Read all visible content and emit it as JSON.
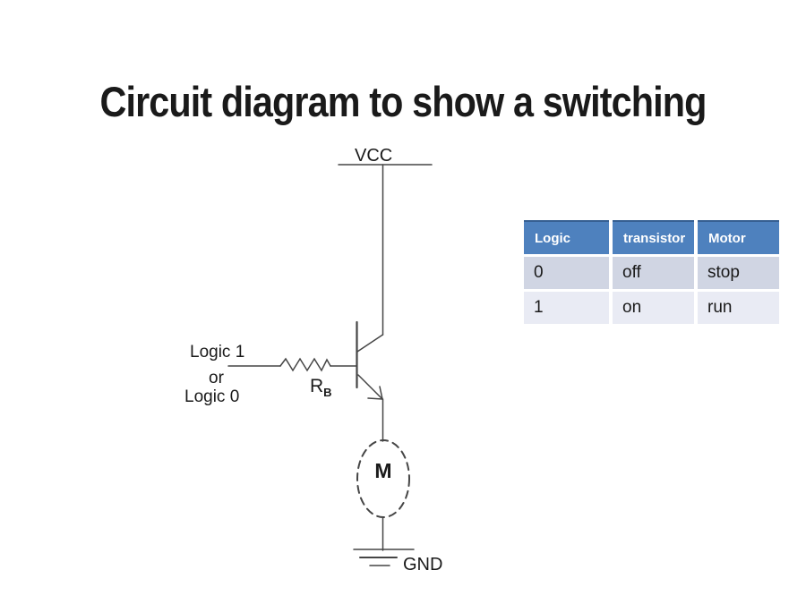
{
  "colors": {
    "header-bg": "#4E81BE",
    "header-text": "#FFFFFF",
    "header-border": "#365F91",
    "row-odd": "#D0D5E3",
    "row-even": "#E9EBF4",
    "line": "#454545",
    "text": "#1A1A1A"
  },
  "slide": {
    "title": "Circuit diagram to show a switching"
  },
  "circuit": {
    "vcc_label": "VCC",
    "input_line1": "Logic 1",
    "input_line2": "or",
    "input_line3": "Logic 0",
    "resistor_label": "R",
    "resistor_subscript": "B",
    "motor_label": "M",
    "ground_label": "GND"
  },
  "table": {
    "columns": [
      "Logic",
      "transistor",
      "Motor"
    ],
    "rows": [
      [
        "0",
        "off",
        "stop"
      ],
      [
        "1",
        "on",
        "run"
      ]
    ]
  }
}
